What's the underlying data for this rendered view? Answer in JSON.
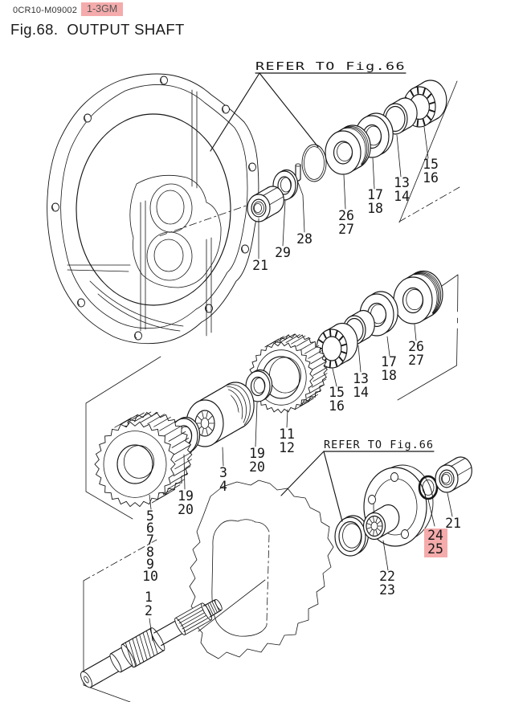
{
  "header": {
    "doc_code": "0CR10-M09002",
    "model_tag": "1-3GM",
    "figure_title": "Fig.68.  OUTPUT SHAFT"
  },
  "notes": {
    "refer_top": "REFER TO Fig.66",
    "refer_bottom": "REFER TO Fig.66"
  },
  "callouts": {
    "shaft": [
      "1",
      "2"
    ],
    "gear_set_front": [
      "3",
      "4"
    ],
    "gear_cluster": [
      "5",
      "6",
      "7",
      "8",
      "9",
      "10"
    ],
    "output_gear": [
      "11",
      "12"
    ],
    "spacer_top": [
      "13",
      "14"
    ],
    "spacer_mid": [
      "13",
      "14"
    ],
    "needle_bearing_top": [
      "15",
      "16"
    ],
    "needle_bearing_mid": [
      "15",
      "16"
    ],
    "thrust_washer_top": [
      "17",
      "18"
    ],
    "thrust_washer_mid": [
      "17",
      "18"
    ],
    "washer_left": [
      "19",
      "20"
    ],
    "washer_right": [
      "19",
      "20"
    ],
    "nut_top": [
      "21"
    ],
    "nut_bottom": [
      "21"
    ],
    "coupling_flange": [
      "22",
      "23"
    ],
    "o_ring": [
      "24",
      "25"
    ],
    "ball_bearing_top": [
      "26",
      "27"
    ],
    "ball_bearing_mid": [
      "26",
      "27"
    ],
    "spring_pin": [
      "28"
    ],
    "lock_washer": [
      "29"
    ]
  },
  "colors": {
    "ink": "#161616",
    "highlight": "#f5abab",
    "paper": "#ffffff"
  }
}
